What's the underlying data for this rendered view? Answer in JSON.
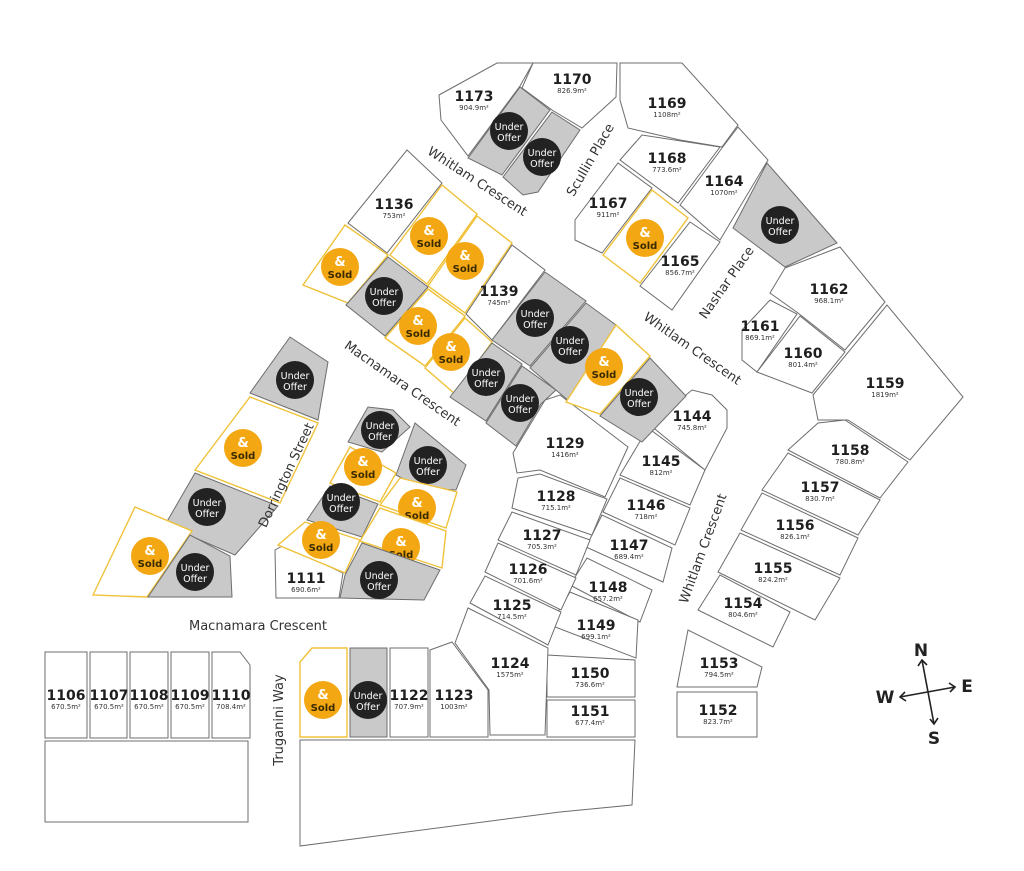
{
  "badges": {
    "sold_symbol": "&",
    "sold_label": "Sold",
    "offer_line1": "Under",
    "offer_line2": "Offer"
  },
  "colors": {
    "sold": "#f3a712",
    "offer_badge": "#222222",
    "offer_fill": "#c9c9c9",
    "sold_outline": "#f0c23a"
  },
  "lots": [
    {
      "id": "1173",
      "area": "904.9m²",
      "status": "available"
    },
    {
      "id": "",
      "area": "",
      "status": "under-offer"
    },
    {
      "id": "",
      "area": "",
      "status": "under-offer"
    },
    {
      "id": "1170",
      "area": "826.9m²",
      "status": "available"
    },
    {
      "id": "1169",
      "area": "1108m²",
      "status": "available"
    },
    {
      "id": "1168",
      "area": "773.6m²",
      "status": "available"
    },
    {
      "id": "1164",
      "area": "1070m²",
      "status": "available"
    },
    {
      "id": "",
      "area": "",
      "status": "under-offer"
    },
    {
      "id": "1167",
      "area": "911m²",
      "status": "available"
    },
    {
      "id": "",
      "area": "",
      "status": "sold"
    },
    {
      "id": "1165",
      "area": "856.7m²",
      "status": "available"
    },
    {
      "id": "1162",
      "area": "968.1m²",
      "status": "available"
    },
    {
      "id": "1161",
      "area": "869.1m²",
      "status": "available"
    },
    {
      "id": "1160",
      "area": "801.4m²",
      "status": "available"
    },
    {
      "id": "1159",
      "area": "1819m²",
      "status": "available"
    },
    {
      "id": "1158",
      "area": "780.8m²",
      "status": "available"
    },
    {
      "id": "1157",
      "area": "830.7m²",
      "status": "available"
    },
    {
      "id": "1156",
      "area": "826.1m²",
      "status": "available"
    },
    {
      "id": "1155",
      "area": "824.2m²",
      "status": "available"
    },
    {
      "id": "1154",
      "area": "804.6m²",
      "status": "available"
    },
    {
      "id": "1153",
      "area": "794.5m²",
      "status": "available"
    },
    {
      "id": "1152",
      "area": "823.7m²",
      "status": "available"
    },
    {
      "id": "1144",
      "area": "745.8m²",
      "status": "available"
    },
    {
      "id": "1145",
      "area": "812m²",
      "status": "available"
    },
    {
      "id": "1146",
      "area": "718m²",
      "status": "available"
    },
    {
      "id": "1147",
      "area": "689.4m²",
      "status": "available"
    },
    {
      "id": "1148",
      "area": "657.2m²",
      "status": "available"
    },
    {
      "id": "1149",
      "area": "699.1m²",
      "status": "available"
    },
    {
      "id": "1150",
      "area": "736.6m²",
      "status": "available"
    },
    {
      "id": "1151",
      "area": "677.4m²",
      "status": "available"
    },
    {
      "id": "1129",
      "area": "1416m²",
      "status": "available"
    },
    {
      "id": "1128",
      "area": "715.1m²",
      "status": "available"
    },
    {
      "id": "1127",
      "area": "705.3m²",
      "status": "available"
    },
    {
      "id": "1126",
      "area": "701.6m²",
      "status": "available"
    },
    {
      "id": "1125",
      "area": "714.5m²",
      "status": "available"
    },
    {
      "id": "1124",
      "area": "1575m²",
      "status": "available"
    },
    {
      "id": "1123",
      "area": "1003m²",
      "status": "available"
    },
    {
      "id": "1122",
      "area": "707.9m²",
      "status": "available"
    },
    {
      "id": "",
      "area": "",
      "status": "under-offer"
    },
    {
      "id": "",
      "area": "",
      "status": "sold"
    },
    {
      "id": "",
      "area": "",
      "status": "available"
    },
    {
      "id": "",
      "area": "",
      "status": "available"
    },
    {
      "id": "1106",
      "area": "670.5m²",
      "status": "available"
    },
    {
      "id": "1107",
      "area": "670.5m²",
      "status": "available"
    },
    {
      "id": "1108",
      "area": "670.5m²",
      "status": "available"
    },
    {
      "id": "1109",
      "area": "670.5m²",
      "status": "available"
    },
    {
      "id": "1110",
      "area": "708.4m²",
      "status": "available"
    },
    {
      "id": "1111",
      "area": "690.6m²",
      "status": "available"
    },
    {
      "id": "",
      "area": "",
      "status": "under-offer"
    },
    {
      "id": "",
      "area": "",
      "status": "under-offer"
    },
    {
      "id": "",
      "area": "",
      "status": "sold"
    },
    {
      "id": "",
      "area": "",
      "status": "under-offer"
    },
    {
      "id": "",
      "area": "",
      "status": "sold"
    },
    {
      "id": "",
      "area": "",
      "status": "sold"
    },
    {
      "id": "",
      "area": "",
      "status": "sold"
    },
    {
      "id": "",
      "area": "",
      "status": "under-offer"
    },
    {
      "id": "",
      "area": "",
      "status": "under-offer"
    },
    {
      "id": "",
      "area": "",
      "status": "sold"
    },
    {
      "id": "",
      "area": "",
      "status": "under-offer"
    },
    {
      "id": "",
      "area": "",
      "status": "sold"
    },
    {
      "id": "",
      "area": "",
      "status": "under-offer"
    },
    {
      "id": "1136",
      "area": "753m²",
      "status": "available"
    },
    {
      "id": "",
      "area": "",
      "status": "sold"
    },
    {
      "id": "",
      "area": "",
      "status": "sold"
    },
    {
      "id": "1139",
      "area": "745m²",
      "status": "available"
    },
    {
      "id": "",
      "area": "",
      "status": "sold"
    },
    {
      "id": "",
      "area": "",
      "status": "under-offer"
    },
    {
      "id": "",
      "area": "",
      "status": "sold"
    },
    {
      "id": "",
      "area": "",
      "status": "sold"
    },
    {
      "id": "",
      "area": "",
      "status": "under-offer"
    },
    {
      "id": "",
      "area": "",
      "status": "under-offer"
    },
    {
      "id": "",
      "area": "",
      "status": "under-offer"
    },
    {
      "id": "",
      "area": "",
      "status": "under-offer"
    },
    {
      "id": "",
      "area": "",
      "status": "sold"
    },
    {
      "id": "",
      "area": "",
      "status": "under-offer"
    }
  ],
  "roads": [
    "Whitlam Crescent",
    "Scullin Place",
    "Nashar Place",
    "Whitlam Crescent",
    "Macnamara Crescent",
    "Dorrington Street",
    "Whitlam Crescent",
    "Macnamara Crescent",
    "Truganini Way"
  ],
  "compass": {
    "n": "N",
    "e": "E",
    "s": "S",
    "w": "W"
  }
}
